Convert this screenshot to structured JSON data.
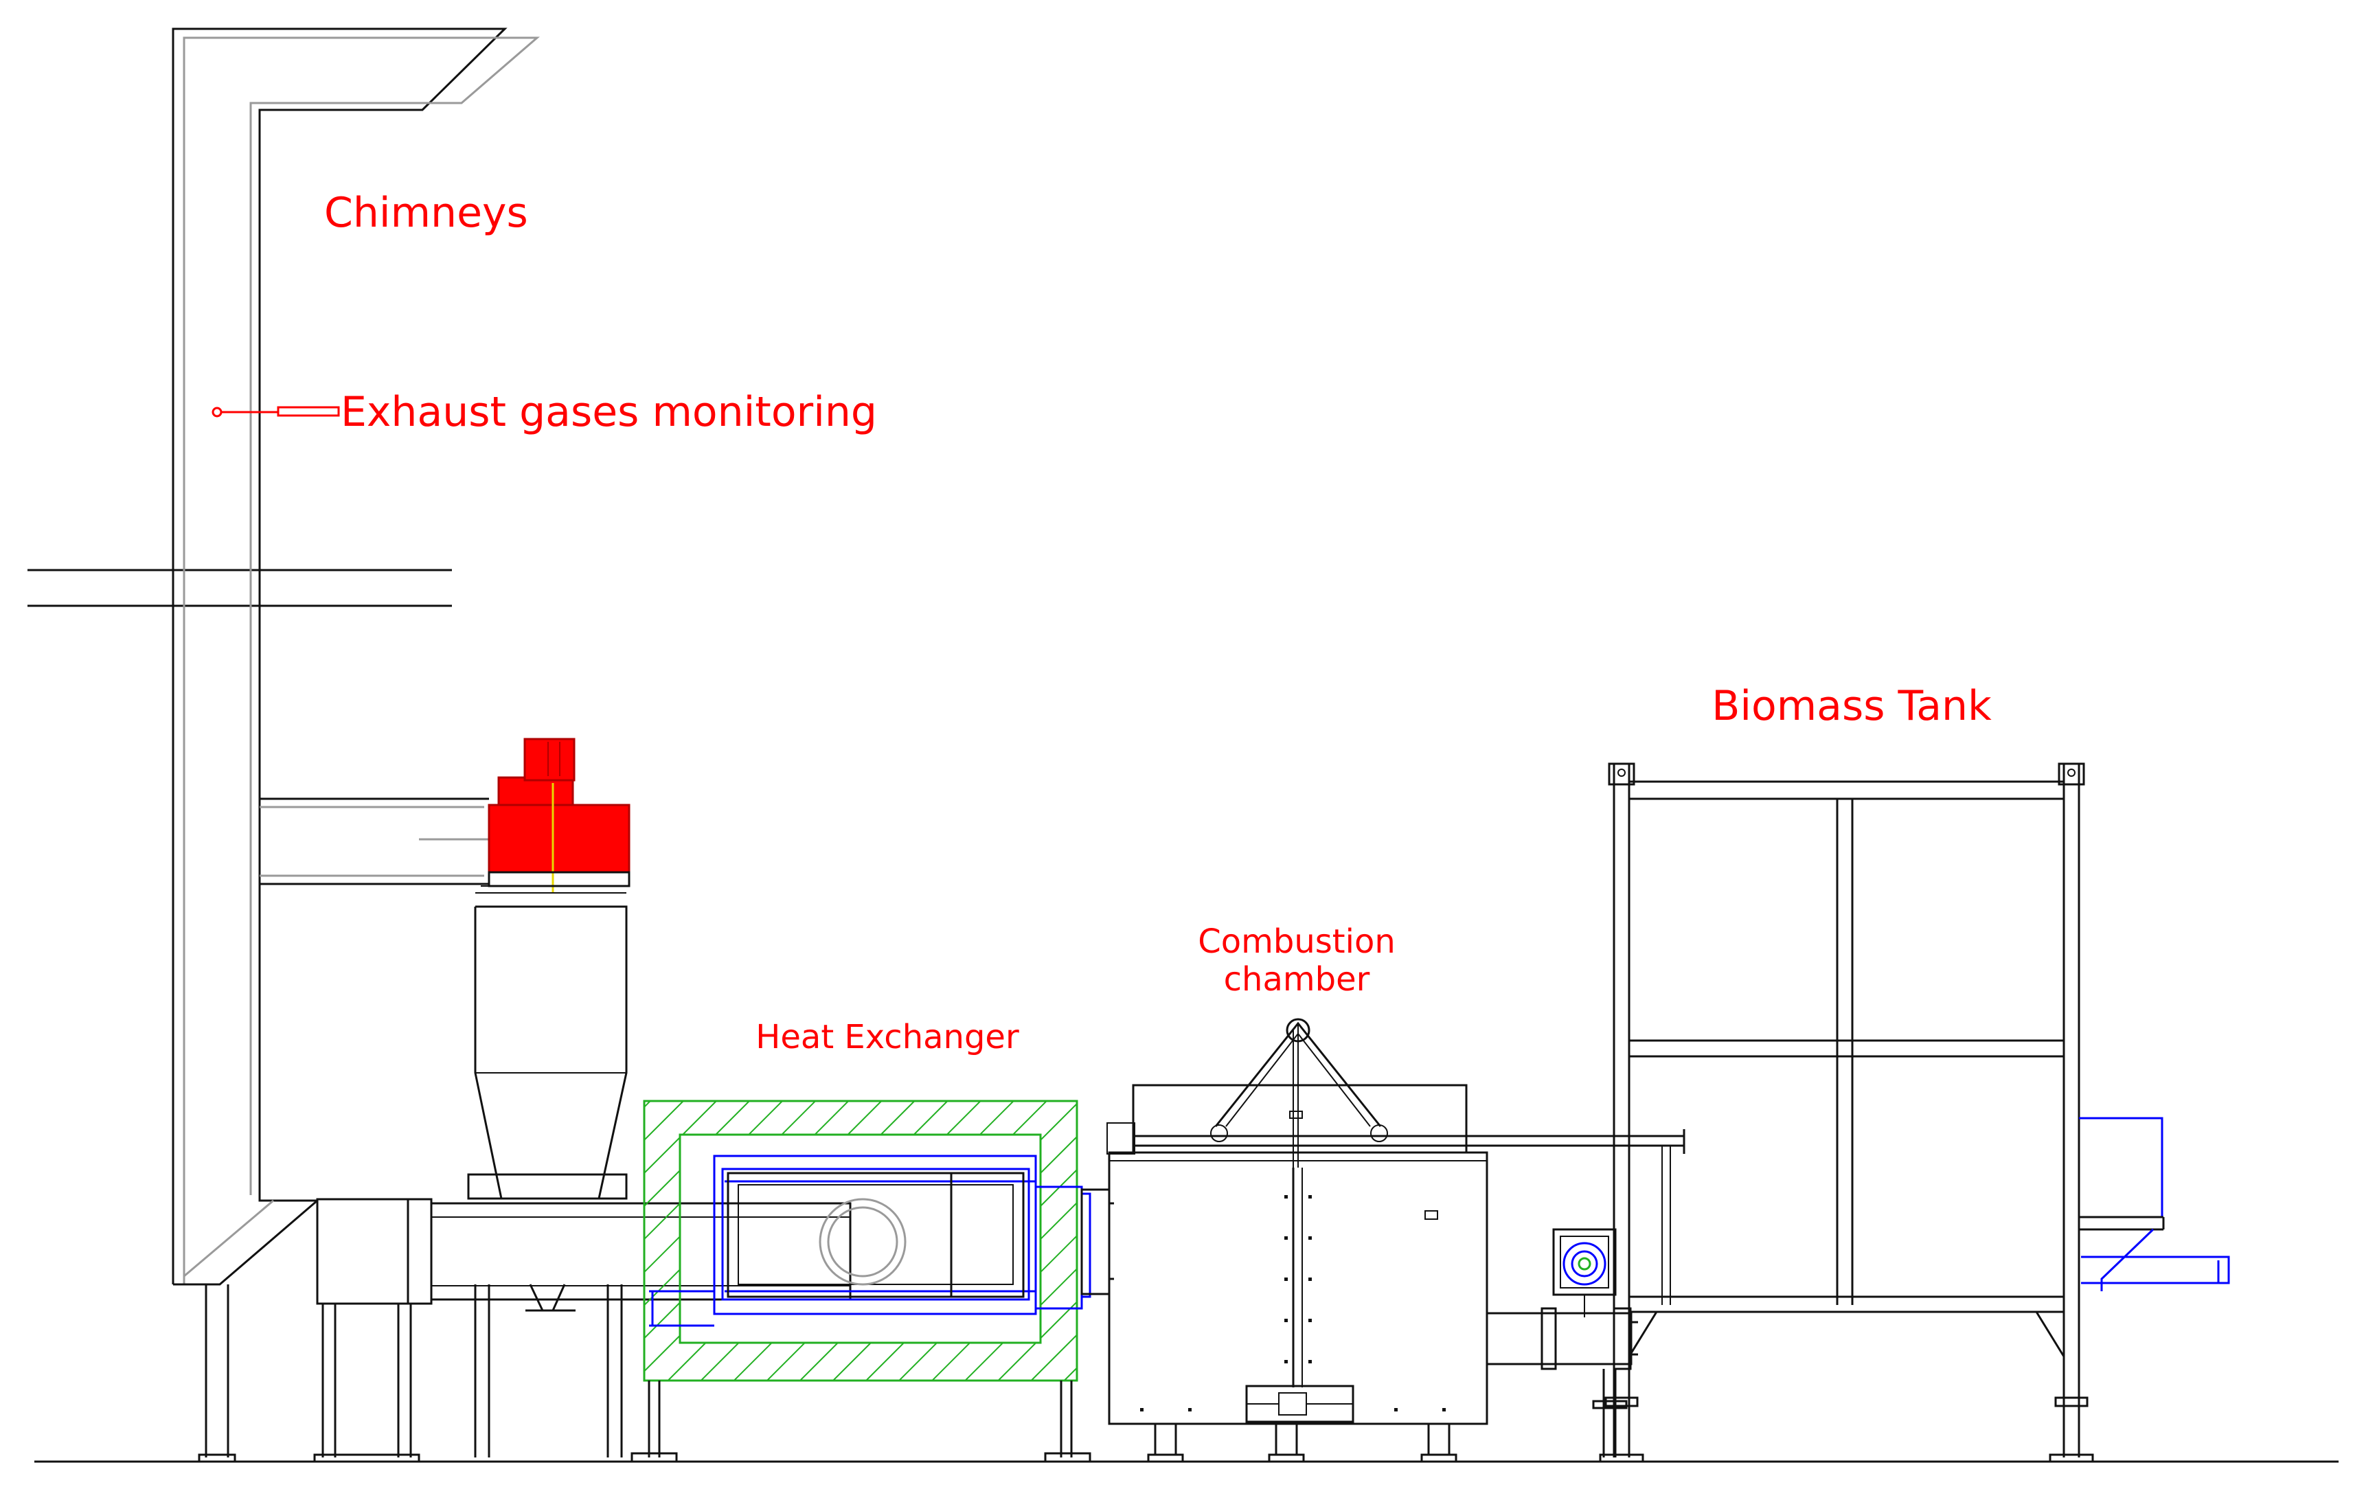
{
  "labels": {
    "chimneys": "Chimneys",
    "exhaust_monitoring": "Exhaust gases monitoring",
    "biomass_tank": "Biomass Tank",
    "combustion_line1": "Combustion",
    "combustion_line2": "chamber",
    "heat_exchanger": "Heat Exchanger"
  },
  "colors": {
    "label": "#ff0000",
    "outline": "#111111",
    "piping": "#0000ff",
    "insulation": "#22b022",
    "motor": "#ff0000"
  }
}
